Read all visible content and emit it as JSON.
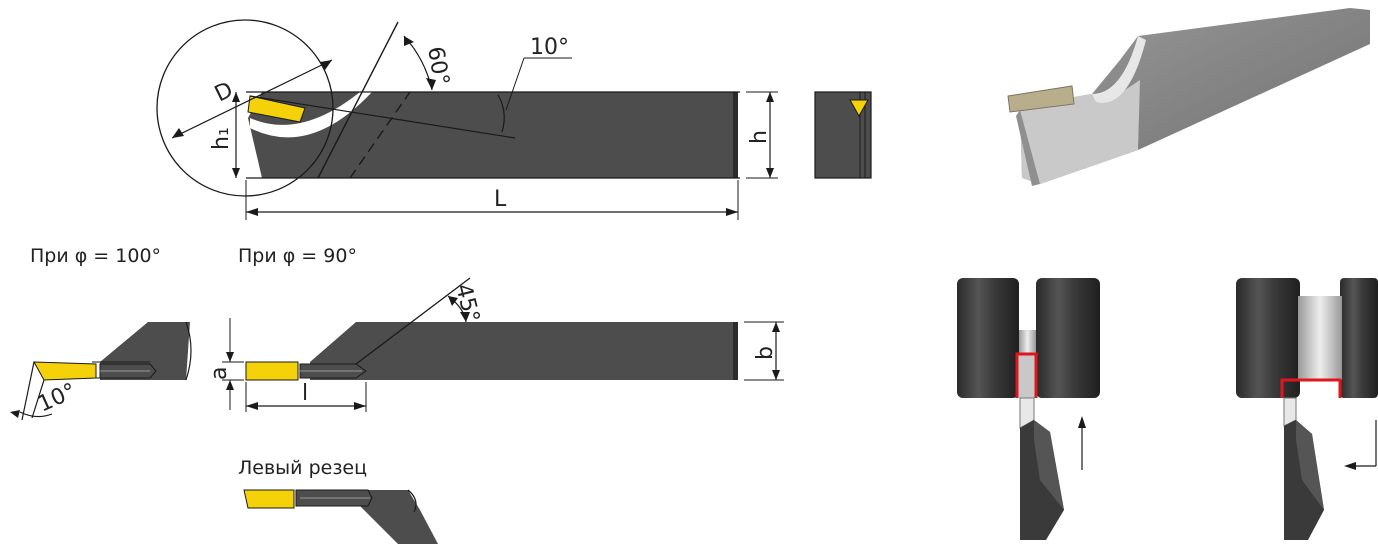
{
  "labels": {
    "D": "D",
    "h1": "h₁",
    "h": "h",
    "L": "L",
    "angle_top": "60°",
    "angle_small": "10°",
    "caption_phi100": "При φ = 100°",
    "caption_phi90": "При φ = 90°",
    "angle_45": "45°",
    "b": "b",
    "a": "a",
    "l": "l",
    "angle_left": "10°",
    "left_tool": "Левый резец"
  },
  "colors": {
    "tool_body": "#4d4d4d",
    "carbide": "#f5d10a",
    "line": "#1a1a1a",
    "highlight": "#e0161e"
  }
}
